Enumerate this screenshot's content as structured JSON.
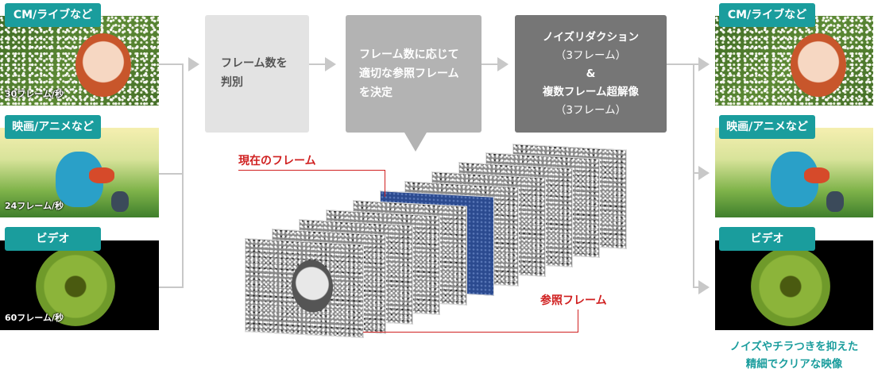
{
  "inputs": [
    {
      "label": "CM/ライブなど",
      "rate": "30フレーム/秒"
    },
    {
      "label": "映画/アニメなど",
      "rate": "24フレーム/秒"
    },
    {
      "label": "ビデオ",
      "rate": "60フレーム/秒"
    }
  ],
  "process": {
    "step1": {
      "line1": "フレーム数を",
      "line2": "判別"
    },
    "step2": {
      "line1": "フレーム数に応じて",
      "line2": "適切な参照フレーム",
      "line3": "を決定"
    },
    "step3": {
      "line1": "ノイズリダクション",
      "line2": "（3フレーム）",
      "line3": "&",
      "line4": "複数フレーム超解像",
      "line5": "（3フレーム）"
    }
  },
  "labels": {
    "current_frame": "現在のフレーム",
    "reference_frames": "参照フレーム"
  },
  "outputs": [
    {
      "label": "CM/ライブなど"
    },
    {
      "label": "映画/アニメなど"
    },
    {
      "label": "ビデオ"
    }
  ],
  "result": {
    "line1": "ノイズやチラつきを抑えた",
    "line2": "精細でクリアな映像"
  },
  "colors": {
    "teal": "#1a9d9d",
    "box1": "#e3e3e3",
    "box2": "#b3b3b3",
    "box3": "#767676",
    "red": "#d02020",
    "blue_frame": "#2b4a8f"
  }
}
